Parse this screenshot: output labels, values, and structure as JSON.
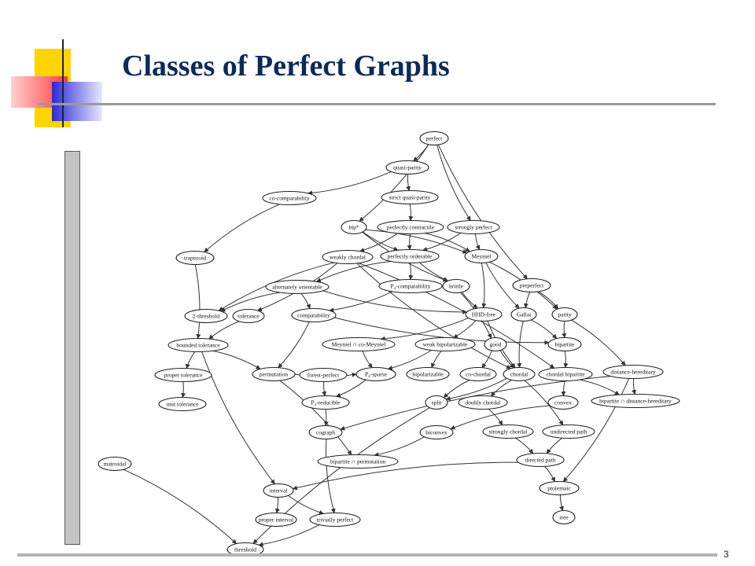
{
  "slide": {
    "title": "Classes of Perfect Graphs",
    "page_number": "3",
    "colors": {
      "title": "#0b2a5c",
      "deco_yellow": "#ffd400",
      "deco_red": "#ff3a3a",
      "deco_blue": "#2a2ad8"
    }
  },
  "diagram": {
    "nodes": [
      {
        "id": "perfect",
        "label": "perfect"
      },
      {
        "id": "quasi",
        "label": "quasi-parity"
      },
      {
        "id": "cocomp",
        "label": "co-comparability"
      },
      {
        "id": "strictquasi",
        "label": "strict quasi-parity"
      },
      {
        "id": "bip",
        "label": "bip*"
      },
      {
        "id": "perfcontr",
        "label": "perfectly contractile"
      },
      {
        "id": "strongly",
        "label": "strongly perfect"
      },
      {
        "id": "trapezoid",
        "label": "trapezoid"
      },
      {
        "id": "weakly",
        "label": "weakly chordal"
      },
      {
        "id": "perforder",
        "label": "perfectly orderable"
      },
      {
        "id": "meyniel",
        "label": "Meyniel"
      },
      {
        "id": "altor",
        "label": "alternately orientable"
      },
      {
        "id": "p4comp",
        "label": "P₄-comparability"
      },
      {
        "id": "brittle",
        "label": "brittle"
      },
      {
        "id": "preperfect",
        "label": "preperfect"
      },
      {
        "id": "twothresh",
        "label": "2-threshold"
      },
      {
        "id": "tolerance",
        "label": "tolerance"
      },
      {
        "id": "comparability",
        "label": "comparability"
      },
      {
        "id": "hhdfree",
        "label": "HHD-free"
      },
      {
        "id": "gallai",
        "label": "Gallai"
      },
      {
        "id": "parity",
        "label": "parity"
      },
      {
        "id": "bounded",
        "label": "bounded tolerance"
      },
      {
        "id": "meycomey",
        "label": "Meyniel ∩ co-Meyniel"
      },
      {
        "id": "weakbip",
        "label": "weak bipolarizable"
      },
      {
        "id": "good",
        "label": "good"
      },
      {
        "id": "bipartite",
        "label": "bipartite"
      },
      {
        "id": "proper",
        "label": "proper tolerance"
      },
      {
        "id": "permutation",
        "label": "permutation"
      },
      {
        "id": "forest",
        "label": "forest-perfect"
      },
      {
        "id": "p4sparse",
        "label": "P₄-sparse"
      },
      {
        "id": "bipolar",
        "label": "bipolarizable"
      },
      {
        "id": "cochordal",
        "label": "co-chordal"
      },
      {
        "id": "chordal",
        "label": "chordal"
      },
      {
        "id": "chordalbip",
        "label": "chordal bipartite"
      },
      {
        "id": "disthered",
        "label": "distance-hereditary"
      },
      {
        "id": "unittol",
        "label": "unit tolerance"
      },
      {
        "id": "p4red",
        "label": "P₄-reducible"
      },
      {
        "id": "split",
        "label": "split"
      },
      {
        "id": "doubly",
        "label": "doubly chordal"
      },
      {
        "id": "convex",
        "label": "convex"
      },
      {
        "id": "bipdist",
        "label": "bipartite ∩ distance-hereditary"
      },
      {
        "id": "cograph",
        "label": "cograph"
      },
      {
        "id": "biconvex",
        "label": "biconvex"
      },
      {
        "id": "stronglych",
        "label": "strongly chordal"
      },
      {
        "id": "undirected",
        "label": "undirected path"
      },
      {
        "id": "matroidal",
        "label": "matroidal"
      },
      {
        "id": "bipperm",
        "label": "bipartite ∩ permutation"
      },
      {
        "id": "directed",
        "label": "directed path"
      },
      {
        "id": "ptolemaic",
        "label": "ptolemaic"
      },
      {
        "id": "interval",
        "label": "interval"
      },
      {
        "id": "tree",
        "label": "tree"
      },
      {
        "id": "properint",
        "label": "proper interval"
      },
      {
        "id": "trivially",
        "label": "trivially perfect"
      },
      {
        "id": "threshold",
        "label": "threshold"
      }
    ],
    "edges": [
      [
        "perfect",
        "quasi"
      ],
      [
        "perfect",
        "strongly"
      ],
      [
        "perfect",
        "bip"
      ],
      [
        "perfect",
        "preperfect"
      ],
      [
        "quasi",
        "cocomp"
      ],
      [
        "quasi",
        "strictquasi"
      ],
      [
        "strictquasi",
        "perfcontr"
      ],
      [
        "cocomp",
        "trapezoid"
      ],
      [
        "perfcontr",
        "weakly"
      ],
      [
        "perfcontr",
        "perforder"
      ],
      [
        "perfcontr",
        "meyniel"
      ],
      [
        "bip",
        "perforder"
      ],
      [
        "bip",
        "meyniel"
      ],
      [
        "bip",
        "brittle"
      ],
      [
        "strongly",
        "perforder"
      ],
      [
        "strongly",
        "meyniel"
      ],
      [
        "trapezoid",
        "bounded"
      ],
      [
        "weakly",
        "twothresh"
      ],
      [
        "weakly",
        "tolerance"
      ],
      [
        "weakly",
        "chordal"
      ],
      [
        "weakly",
        "chordalbip"
      ],
      [
        "perforder",
        "altor"
      ],
      [
        "perforder",
        "p4comp"
      ],
      [
        "perforder",
        "brittle"
      ],
      [
        "meyniel",
        "hhdfree"
      ],
      [
        "meyniel",
        "gallai"
      ],
      [
        "meyniel",
        "parity"
      ],
      [
        "altor",
        "twothresh"
      ],
      [
        "altor",
        "comparability"
      ],
      [
        "altor",
        "hhdfree"
      ],
      [
        "p4comp",
        "comparability"
      ],
      [
        "brittle",
        "hhdfree"
      ],
      [
        "brittle",
        "good"
      ],
      [
        "preperfect",
        "gallai"
      ],
      [
        "preperfect",
        "parity"
      ],
      [
        "tolerance",
        "bounded"
      ],
      [
        "comparability",
        "permutation"
      ],
      [
        "comparability",
        "bipartite"
      ],
      [
        "hhdfree",
        "weakbip"
      ],
      [
        "hhdfree",
        "chordal"
      ],
      [
        "hhdfree",
        "meycomey"
      ],
      [
        "gallai",
        "chordal"
      ],
      [
        "gallai",
        "bipartite"
      ],
      [
        "parity",
        "bipartite"
      ],
      [
        "parity",
        "disthered"
      ],
      [
        "bounded",
        "proper"
      ],
      [
        "bounded",
        "permutation"
      ],
      [
        "bounded",
        "interval"
      ],
      [
        "proper",
        "unittol"
      ],
      [
        "meycomey",
        "p4sparse"
      ],
      [
        "weakbip",
        "p4sparse"
      ],
      [
        "weakbip",
        "bipolar"
      ],
      [
        "good",
        "cochordal"
      ],
      [
        "good",
        "chordal"
      ],
      [
        "bipartite",
        "chordalbip"
      ],
      [
        "permutation",
        "p4sparse"
      ],
      [
        "permutation",
        "bipperm"
      ],
      [
        "forest",
        "p4red"
      ],
      [
        "p4sparse",
        "p4red"
      ],
      [
        "cochordal",
        "split"
      ],
      [
        "chordal",
        "split"
      ],
      [
        "chordal",
        "doubly"
      ],
      [
        "chordal",
        "undirected"
      ],
      [
        "chordalbip",
        "convex"
      ],
      [
        "chordalbip",
        "bipdist"
      ],
      [
        "disthered",
        "bipdist"
      ],
      [
        "disthered",
        "ptolemaic"
      ],
      [
        "disthered",
        "cograph"
      ],
      [
        "p4red",
        "cograph"
      ],
      [
        "split",
        "threshold"
      ],
      [
        "doubly",
        "stronglych"
      ],
      [
        "convex",
        "biconvex"
      ],
      [
        "biconvex",
        "bipperm"
      ],
      [
        "cograph",
        "trivially"
      ],
      [
        "stronglych",
        "directed"
      ],
      [
        "undirected",
        "directed"
      ],
      [
        "matroidal",
        "threshold"
      ],
      [
        "directed",
        "interval"
      ],
      [
        "directed",
        "ptolemaic"
      ],
      [
        "ptolemaic",
        "tree"
      ],
      [
        "interval",
        "properint"
      ],
      [
        "interval",
        "trivially"
      ],
      [
        "trivially",
        "threshold"
      ]
    ]
  }
}
